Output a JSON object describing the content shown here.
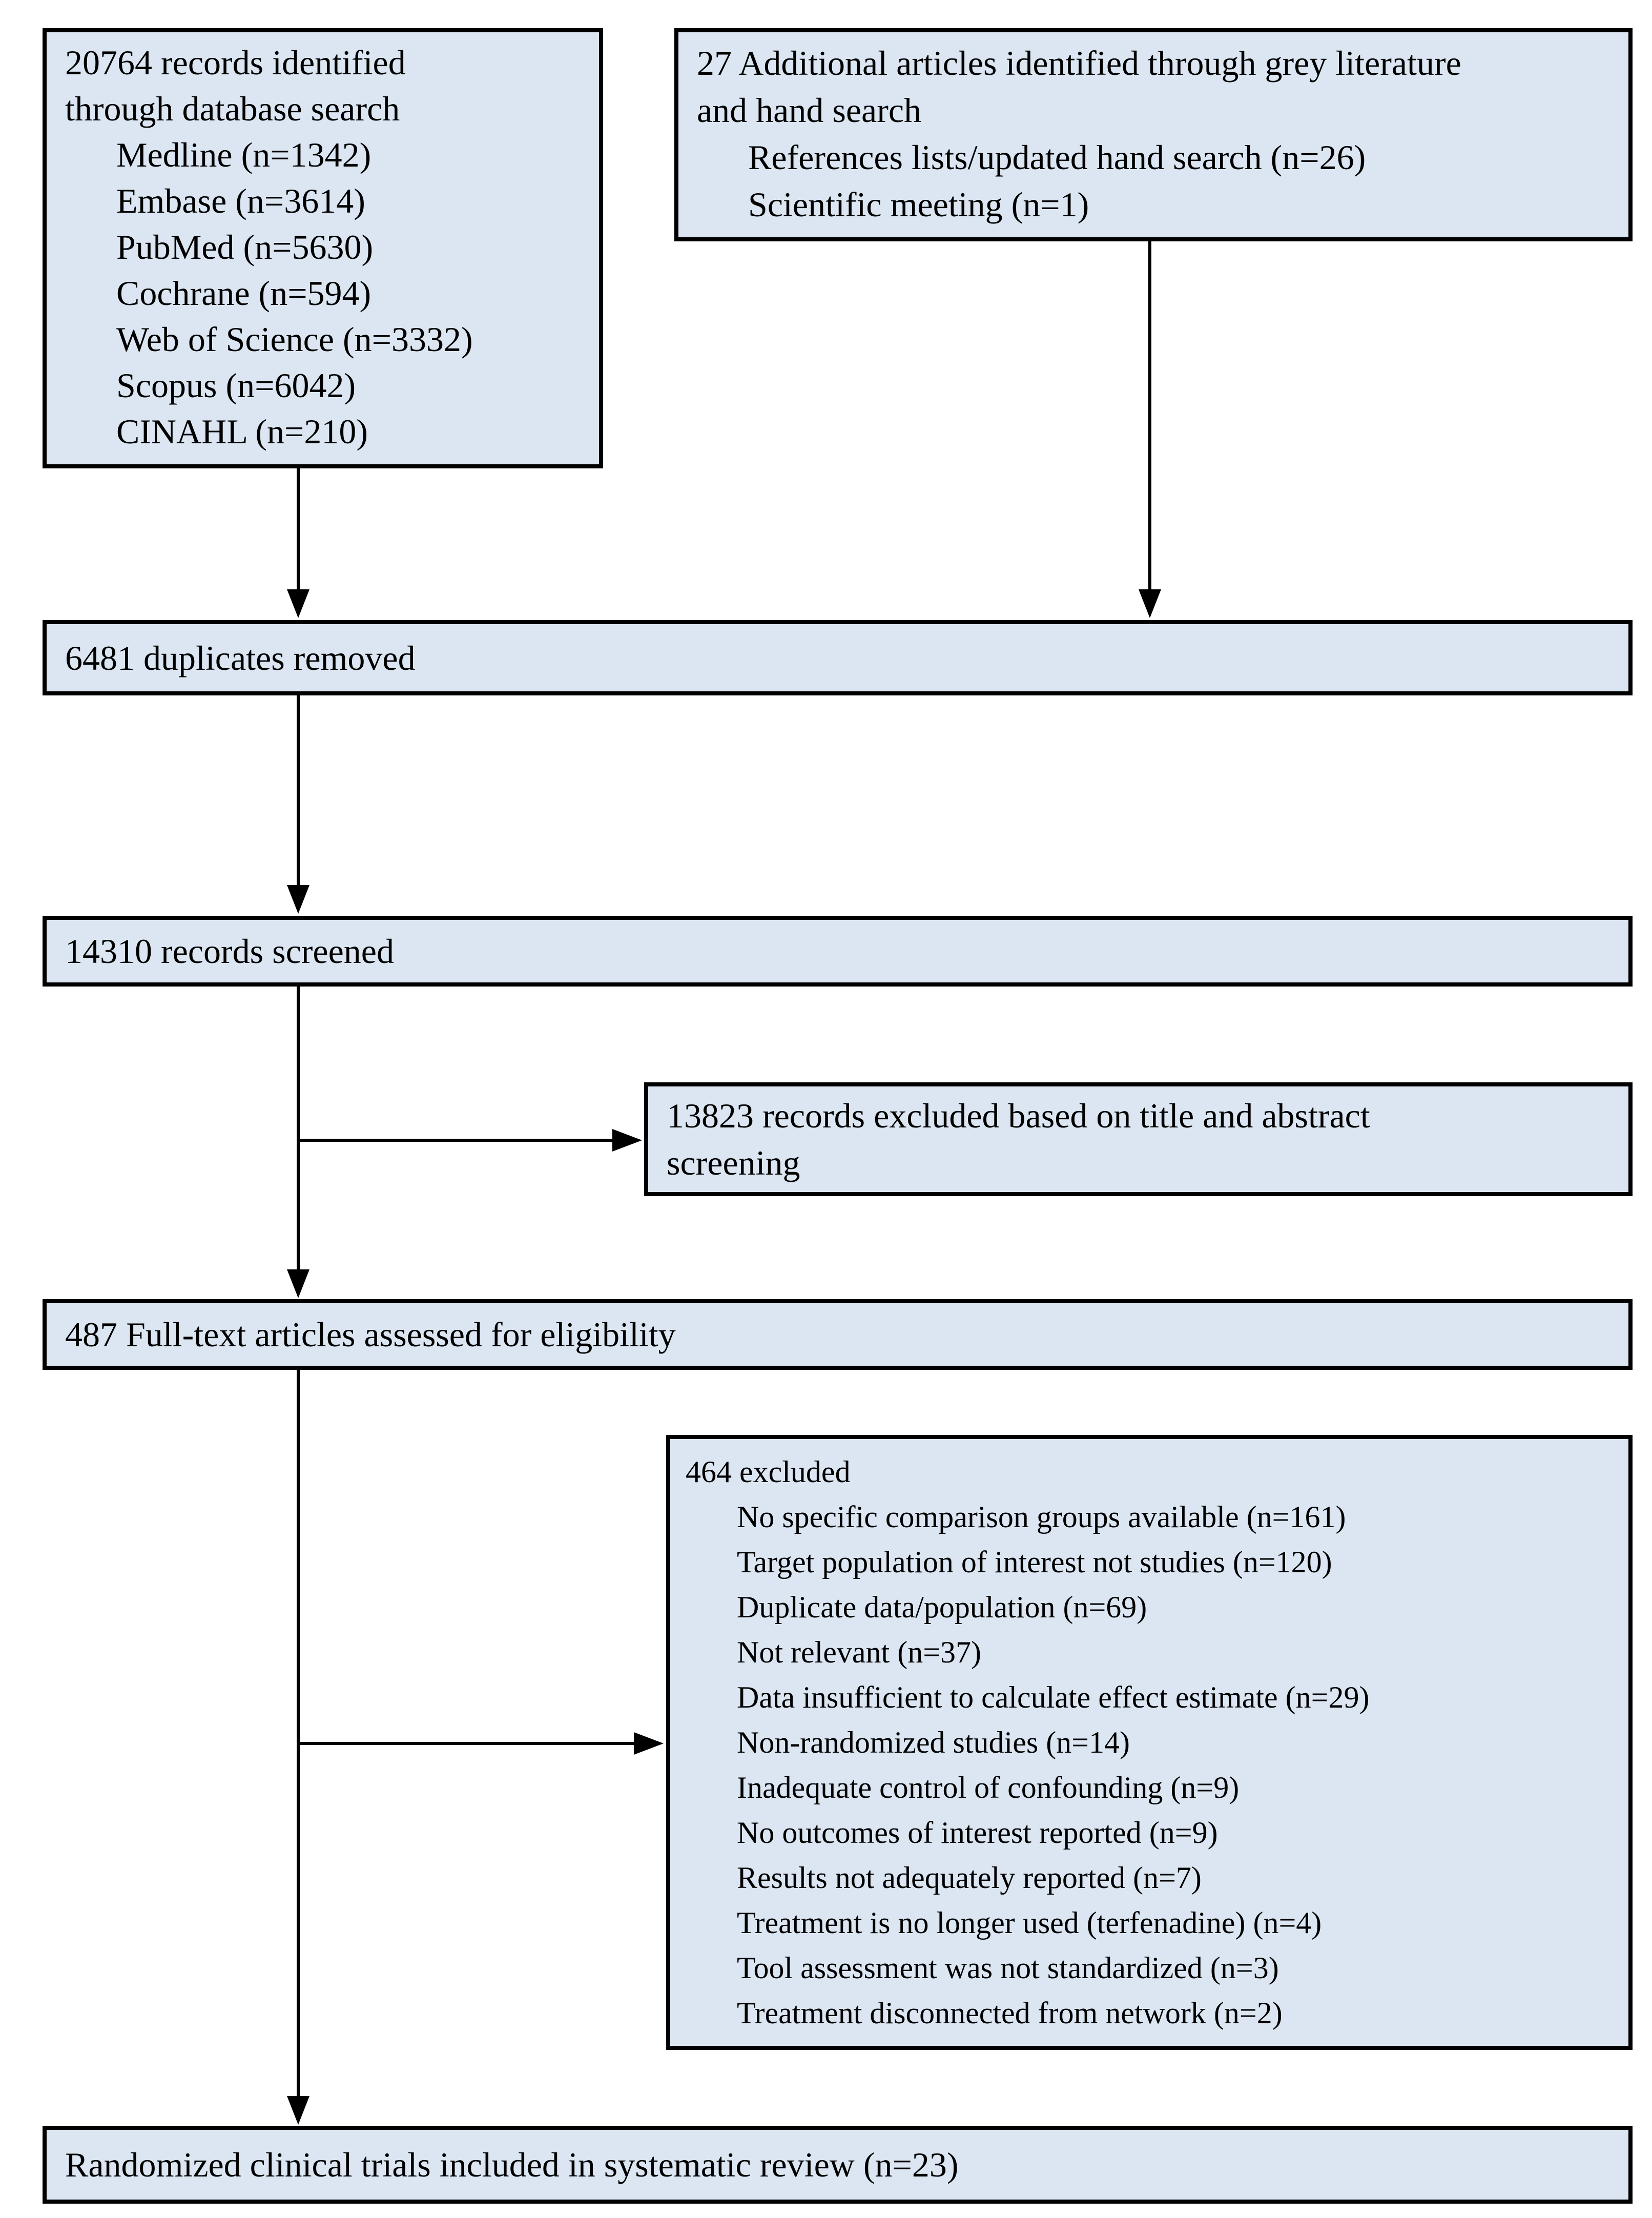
{
  "colors": {
    "box_fill": "#dbe6f2",
    "box_border": "#000000",
    "text": "#000000",
    "page_bg": "#ffffff",
    "connector": "#000000"
  },
  "flow": {
    "database_search": {
      "title": "20764 records identified through database search",
      "items": [
        "Medline (n=1342)",
        "Embase (n=3614)",
        "PubMed (n=5630)",
        "Cochrane (n=594)",
        "Web of Science (n=3332)",
        "Scopus (n=6042)",
        "CINAHL (n=210)"
      ]
    },
    "grey_literature": {
      "title": "27 Additional articles identified through grey literature and hand search",
      "items": [
        "References lists/updated hand search (n=26)",
        "Scientific meeting (n=1)"
      ]
    },
    "duplicates_removed": {
      "title": "6481 duplicates removed"
    },
    "records_screened": {
      "title": "14310 records screened"
    },
    "records_excluded": {
      "title": "13823 records excluded based on title and abstract screening"
    },
    "fulltext_assessed": {
      "title": "487 Full-text articles assessed for eligibility"
    },
    "fulltext_excluded": {
      "title": "464 excluded",
      "items": [
        "No specific comparison groups available (n=161)",
        "Target population of interest not studies (n=120)",
        "Duplicate data/population (n=69)",
        "Not relevant (n=37)",
        "Data insufficient to calculate effect estimate (n=29)",
        "Non-randomized studies (n=14)",
        "Inadequate control of confounding (n=9)",
        "No outcomes of interest reported (n=9)",
        "Results not adequately reported (n=7)",
        "Treatment is no longer used (terfenadine) (n=4)",
        "Tool assessment was not standardized (n=3)",
        "Treatment disconnected from network (n=2)"
      ]
    },
    "included_trials": {
      "title": "Randomized clinical trials included in systematic review (n=23)"
    }
  }
}
